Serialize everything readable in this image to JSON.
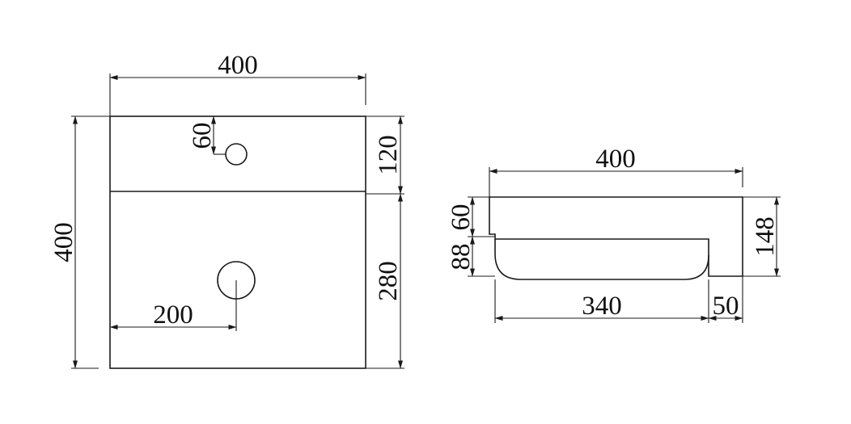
{
  "plan": {
    "width_top": "400",
    "height_left": "400",
    "ledge_depth": "120",
    "bowl_depth": "280",
    "tap_offset": "60",
    "drain_offset": "200"
  },
  "section": {
    "width_top": "400",
    "ledge_height": "60",
    "bowl_height": "88",
    "total_height": "148",
    "bowl_width": "340",
    "rim_width": "50"
  }
}
